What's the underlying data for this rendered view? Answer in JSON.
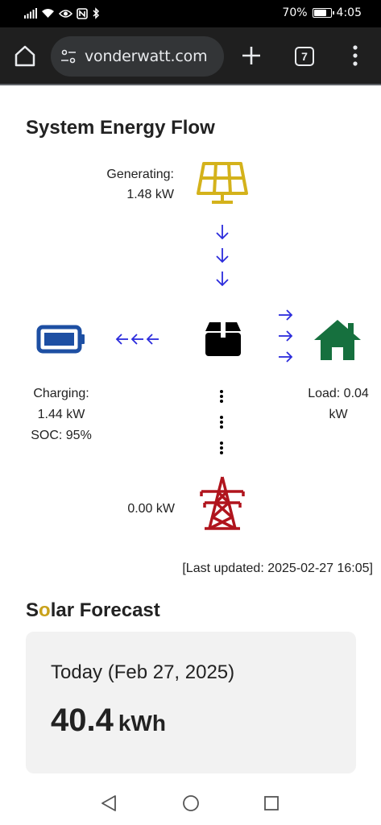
{
  "status_bar": {
    "battery_percent": "70%",
    "battery_level": 0.7,
    "time": "4:05"
  },
  "browser": {
    "url": "vonderwatt.com",
    "tab_count": "7"
  },
  "energy_flow": {
    "title": "System Energy Flow",
    "generating_label": "Generating:",
    "generating_value": "1.48 kW",
    "charging_label": "Charging:",
    "charging_value": "1.44 kW",
    "soc": "SOC: 95%",
    "load_label": "Load: 0.04",
    "load_unit": "kW",
    "grid_value": "0.00 kW",
    "last_updated": "[Last updated: 2025-02-27 16:05]"
  },
  "forecast": {
    "title_prefix": "S",
    "title_o": "o",
    "title_suffix": "lar Forecast",
    "date": "Today (Feb 27, 2025)",
    "value": "40.4",
    "unit": "kWh"
  },
  "colors": {
    "solar": "#d4b21b",
    "battery": "#1d4fa3",
    "house": "#16703e",
    "grid": "#b0141d",
    "arrow": "#2b2bdc",
    "accent_o": "#c9a21b"
  },
  "icons": [
    "solar-panel-icon",
    "battery-icon",
    "inverter-box-icon",
    "house-icon",
    "power-tower-icon"
  ]
}
